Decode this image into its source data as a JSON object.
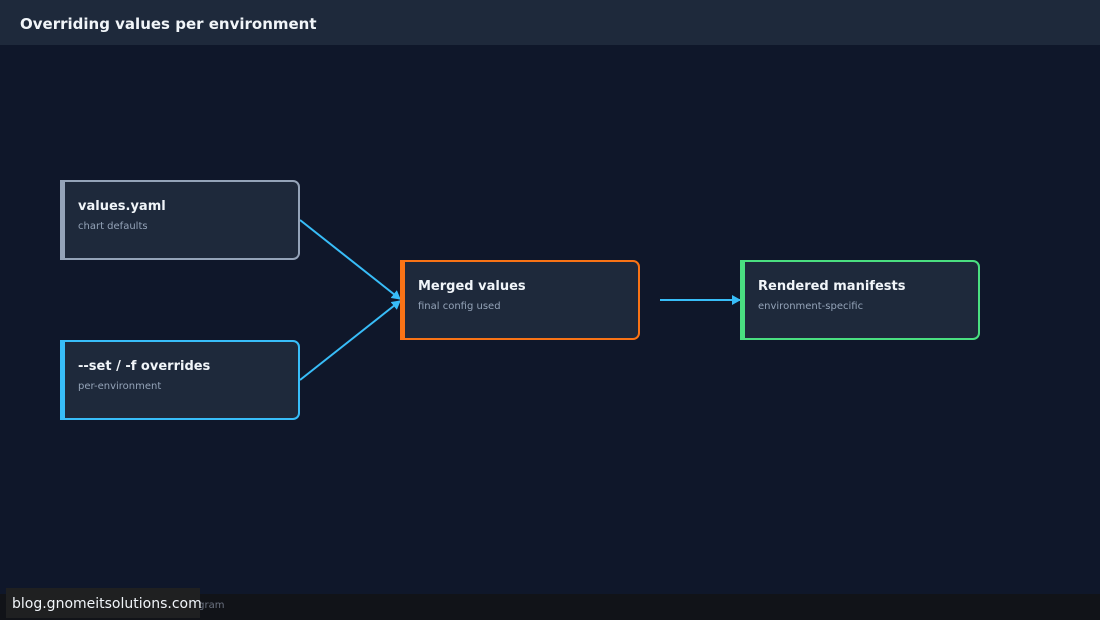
{
  "header": {
    "title": "Overriding values per environment"
  },
  "nodes": {
    "values_yaml": {
      "title": "values.yaml",
      "subtitle": "chart defaults"
    },
    "overrides": {
      "title": "--set / -f overrides",
      "subtitle": "per-environment"
    },
    "merged": {
      "title": "Merged values",
      "subtitle": "final config used"
    },
    "rendered": {
      "title": "Rendered manifests",
      "subtitle": "environment-specific"
    }
  },
  "colors": {
    "background": "#0f172a",
    "node_fill": "#1e293b",
    "values_border": "#94a3b8",
    "overrides_border": "#38bdf8",
    "merged_border": "#f97316",
    "rendered_border": "#4ade80",
    "edge": "#38bdf8"
  },
  "footer": {
    "text": "agram"
  },
  "watermark": {
    "text": "blog.gnomeitsolutions.com"
  }
}
